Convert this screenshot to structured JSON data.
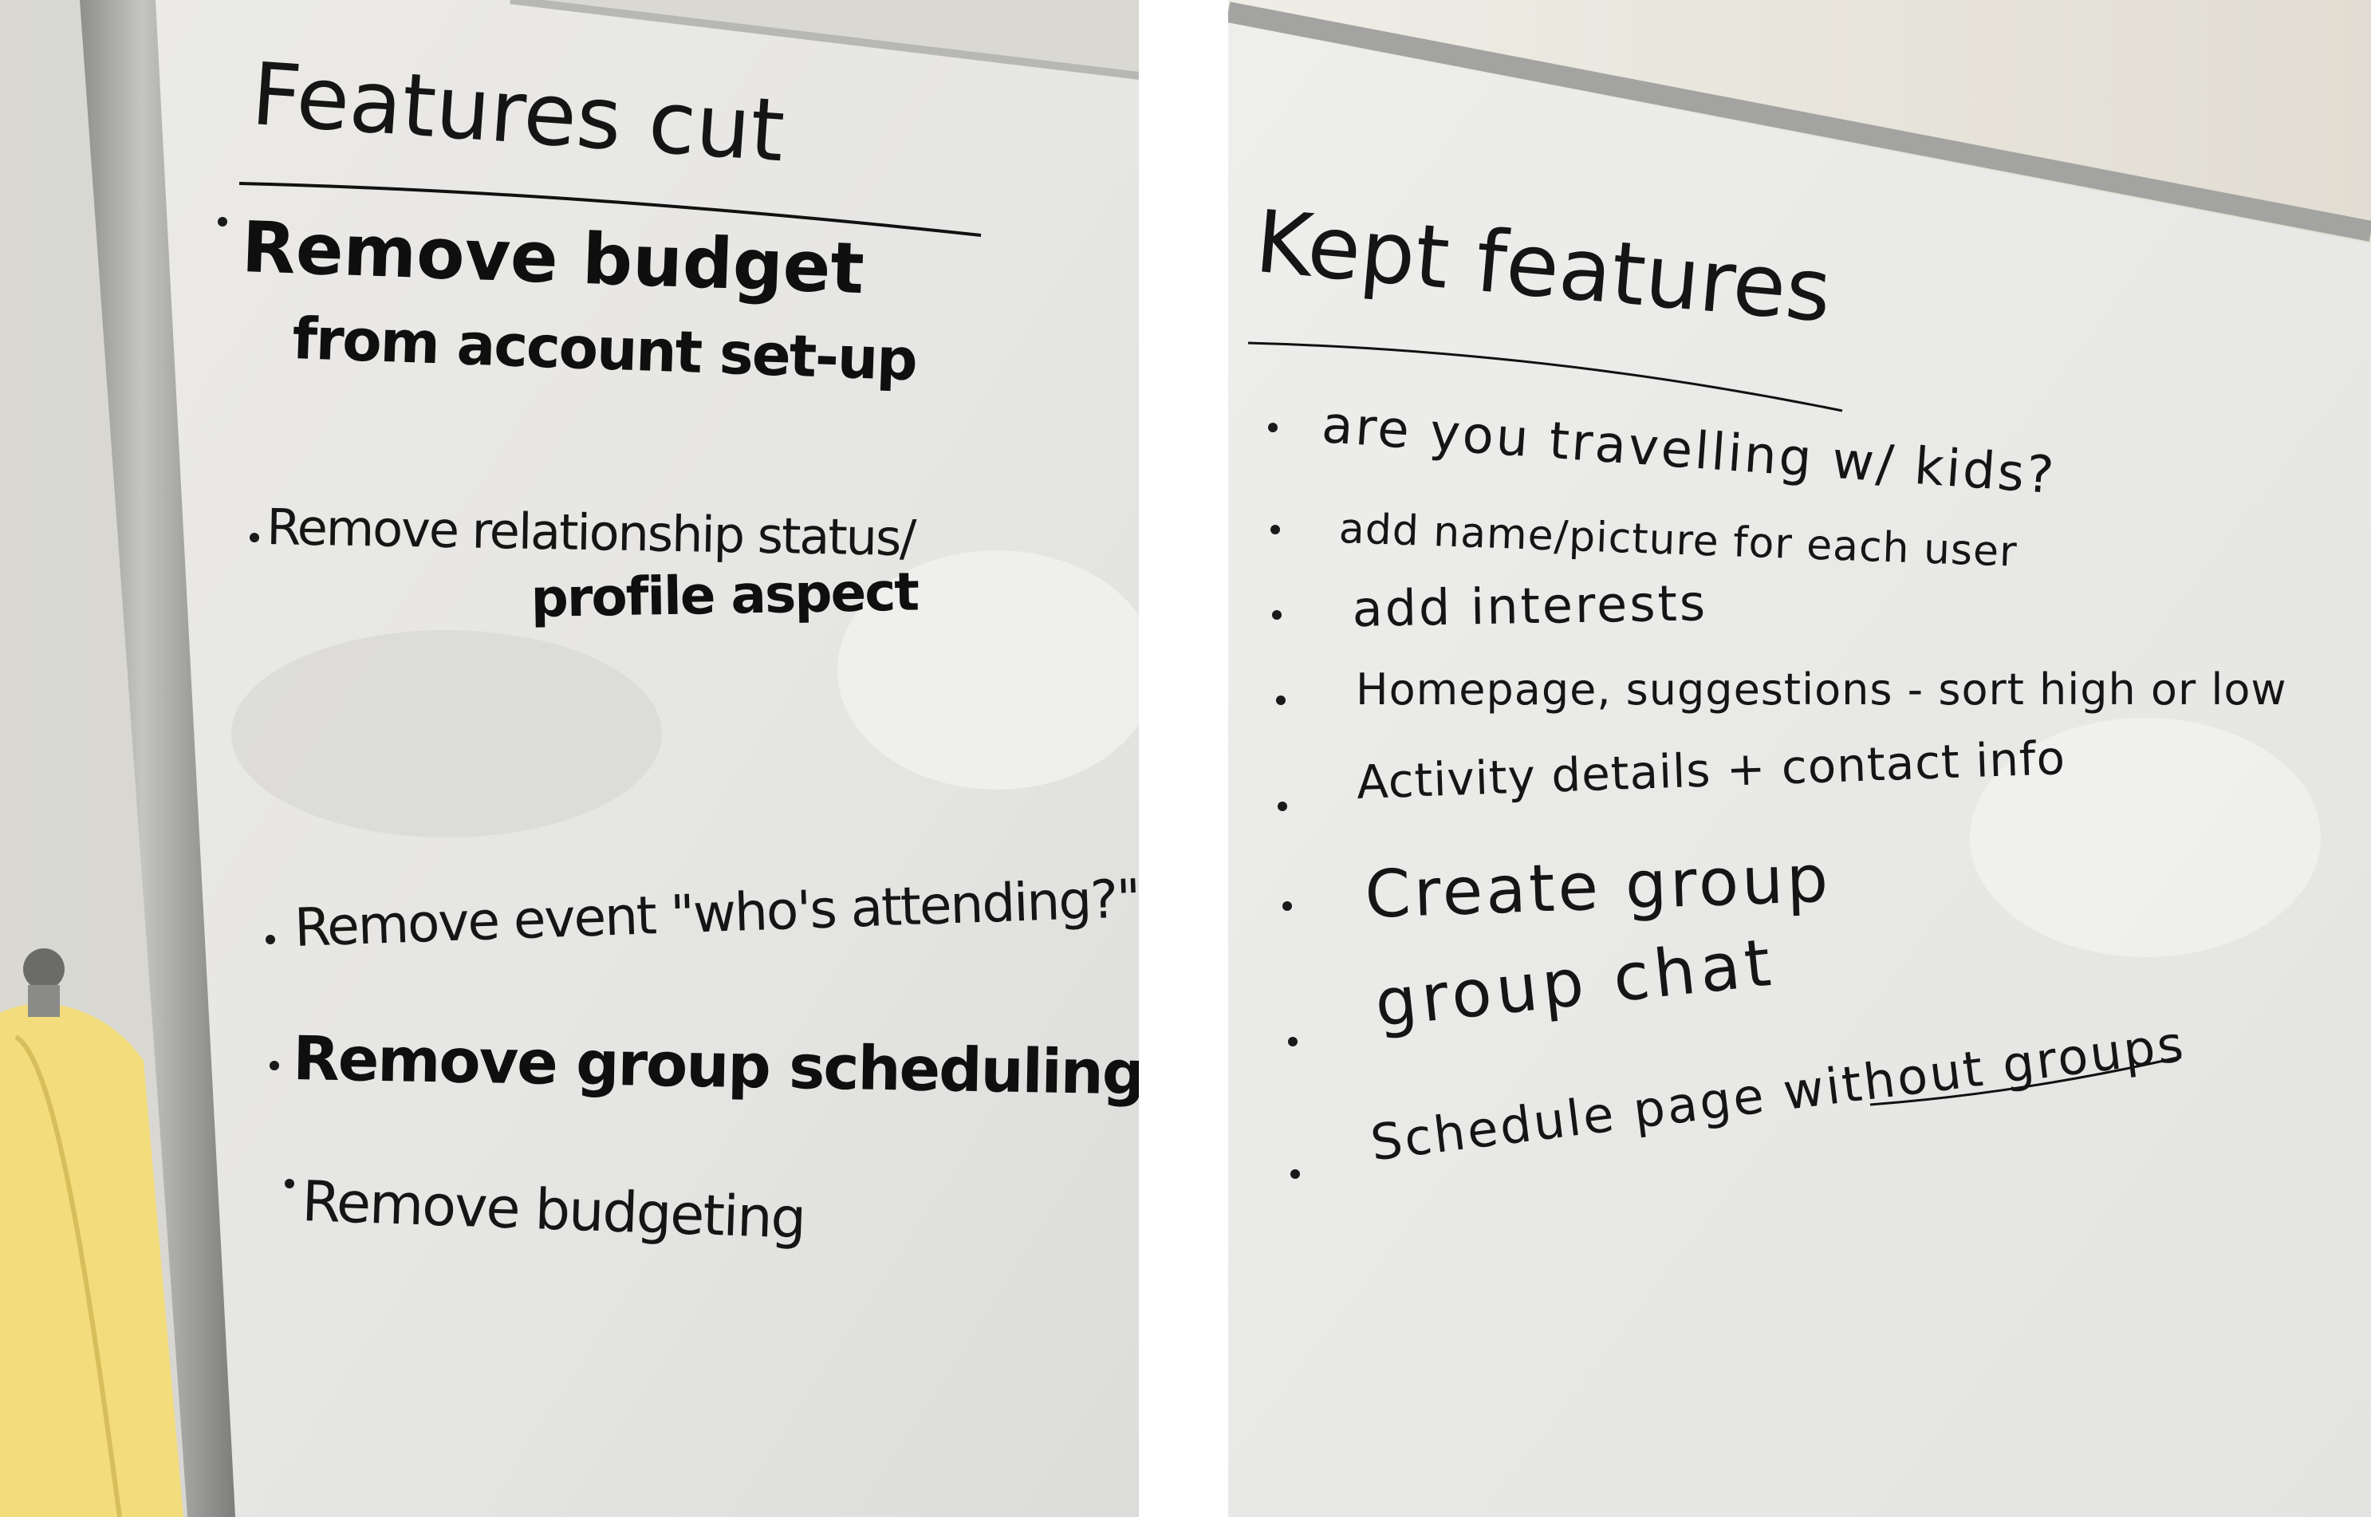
{
  "left_board": {
    "heading": "Features cut",
    "items": [
      {
        "line1": "Remove budget",
        "line2": "from account set-up"
      },
      {
        "line1": "Remove relationship status/",
        "line2": "profile aspect"
      },
      {
        "line1": "Remove event \"who's attending?\""
      },
      {
        "line1": "Remove group scheduling"
      },
      {
        "line1": "Remove budgeting"
      }
    ]
  },
  "right_board": {
    "heading": "Kept features",
    "items": [
      "are you travelling w/ kids?",
      "add name/picture for each user",
      "add interests",
      "Homepage, suggestions - sort high or low",
      "Activity details + contact info",
      "Create group",
      "group chat",
      "Schedule page without groups"
    ]
  },
  "colors": {
    "whiteboard": "#ecebe8",
    "frame": "#a8a8a6",
    "wall": "#e6e3da",
    "marker": "#151515",
    "cloth": "#f2dc7c"
  }
}
